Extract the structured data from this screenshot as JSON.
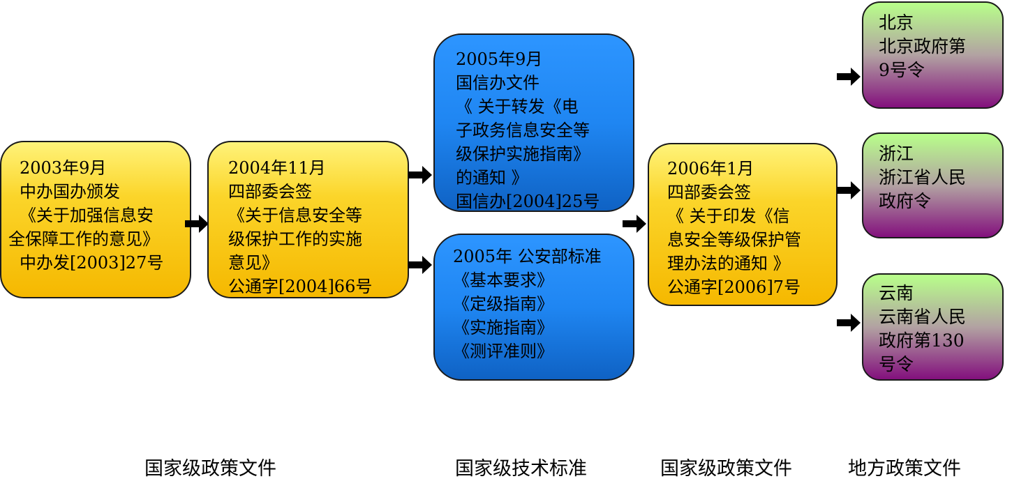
{
  "boxes": {
    "box1": {
      "lines": [
        "2003年9月",
        "中办国办颁发",
        "《关于加强信息安",
        "全保障工作的意见》",
        "中办发[2003]27号"
      ]
    },
    "box2": {
      "lines": [
        "2004年11月",
        "四部委会签",
        "《关于信息安全等",
        "级保护工作的实施",
        "意见》",
        "公通字[2004]66号"
      ]
    },
    "box3": {
      "lines": [
        "2005年9月",
        "国信办文件",
        "《 关于转发《电",
        "子政务信息安全等",
        "级保护实施指南》",
        "的通知 》",
        "国信办[2004]25号"
      ]
    },
    "box4": {
      "lines": [
        "2005年 公安部标准",
        "《基本要求》",
        "《定级指南》",
        "《实施指南》",
        "《测评准则》"
      ]
    },
    "box5": {
      "lines": [
        "2006年1月",
        "四部委会签",
        "《 关于印发《信",
        "息安全等级保护管",
        "理办法的通知 》",
        "公通字[2006]7号"
      ]
    },
    "box6": {
      "lines": [
        "北京",
        "北京政府第",
        "9号令"
      ]
    },
    "box7": {
      "lines": [
        "浙江",
        "浙江省人民",
        "政府令"
      ]
    },
    "box8": {
      "lines": [
        "云南",
        "云南省人民",
        "政府第130",
        "号令"
      ]
    }
  },
  "captions": {
    "national_policy_1": "国家级政策文件",
    "national_standard": "国家级技术标准",
    "national_policy_2": "国家级政策文件",
    "local_policy": "地方政策文件"
  },
  "colors": {
    "yellow_box": "#f5b800",
    "blue_box": "#1f86f2",
    "purple_box_top": "#b8ff8a",
    "purple_box_bottom": "#83107d",
    "arrow": "#000000"
  },
  "icons": {
    "arrow": "right-arrow-icon"
  }
}
